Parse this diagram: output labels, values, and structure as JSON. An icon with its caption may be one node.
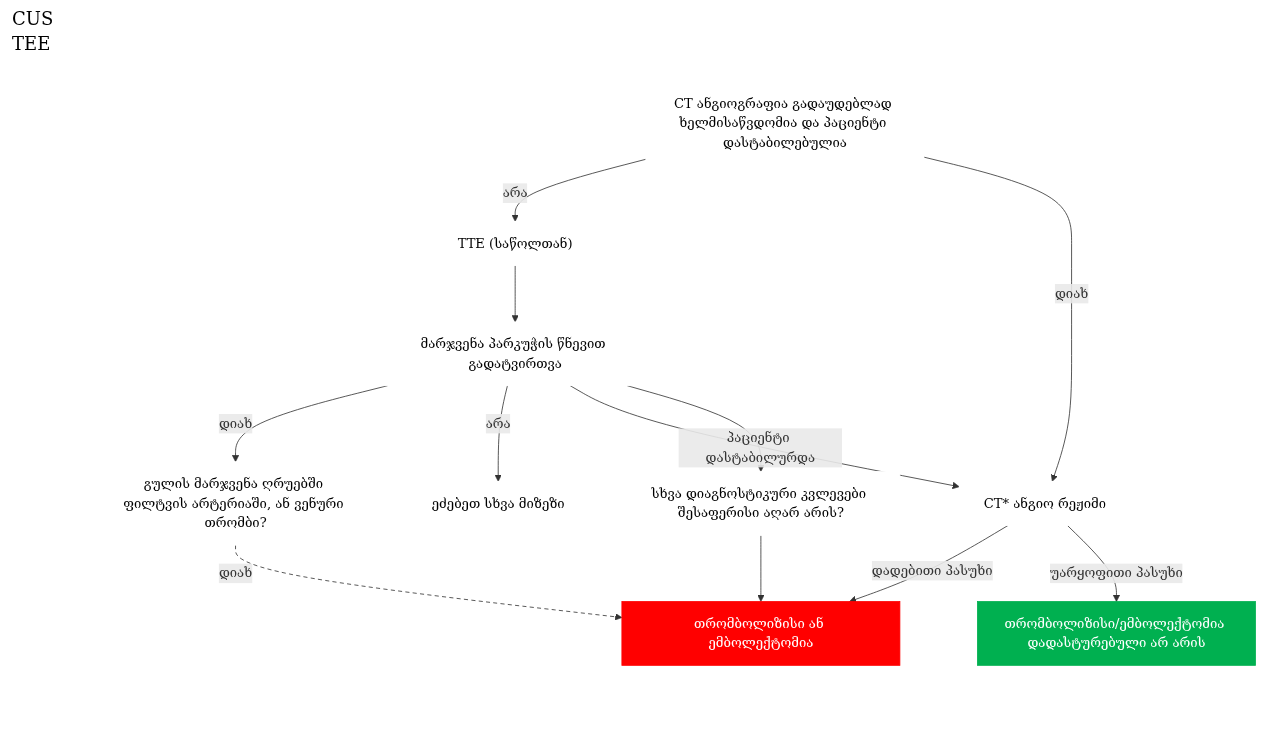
{
  "diagram": {
    "nodes": [
      {
        "text": [
          "CT ანგიოგრაფია გადაუდებლად ხელმისაწვდომია და პაციენტი დასტაბილებულია"
        ]
      },
      {
        "text": [
          "TTE (საწოლთან)"
        ]
      },
      {
        "text": [
          "CT* ანგიო რეჟიმი"
        ]
      },
      {
        "text": [
          "მარჯვენა პარკუჭის წნევით გადატვირთვა"
        ]
      },
      {
        "text": [
          "გულის მარჯვენა ღრუებში ფილტვის არტერიაში, ან ვენური თრომბი?"
        ]
      },
      {
        "text": [
          "ეძებეთ სხვა მიზეზი"
        ]
      },
      {
        "text": [
          "სხვა დიაგნოსტიკური კვლევები შესაფერისი აღარ არის?"
        ]
      },
      {
        "text": [
          "თრომბოლიზისი ან ემბოლექტომია"
        ]
      },
      {
        "text": [
          "თრომბოლიზისი/ემბოლექტომია დადასტურებული არ არის"
        ]
      }
    ],
    "edges": [
      {
        "from": 0,
        "to": 1,
        "arrow": "to",
        "label": "არა"
      },
      {
        "from": 0,
        "to": 2,
        "arrow": "to",
        "label": "დიახ"
      },
      {
        "from": 1,
        "to": 3,
        "arrow": "to"
      },
      {
        "from": 3,
        "to": 4,
        "arrow": "to",
        "label": "დიახ"
      },
      {
        "from": 3,
        "to": 5,
        "arrow": "to",
        "label": "არა"
      },
      {
        "from": 3,
        "to": 2,
        "arrow": "to",
        "label": "პაციენტი დასტაბილურდა"
      },
      {
        "from": 3,
        "to": 6,
        "arrow": "to"
      },
      {
        "from": 4,
        "to": 7,
        "arrow": "to",
        "label": "დიახ",
        "style": "dashed"
      },
      {
        "from": 2,
        "to": 7,
        "arrow": "to",
        "label": "დადებითი პასუხი"
      },
      {
        "from": 6,
        "to": 7,
        "arrow": "to"
      },
      {
        "from": 2,
        "to": 8,
        "arrow": "to",
        "label": "უარყოფითი პასუხი"
      }
    ],
    "labels": [
      "CUS",
      "TEE"
    ]
  }
}
